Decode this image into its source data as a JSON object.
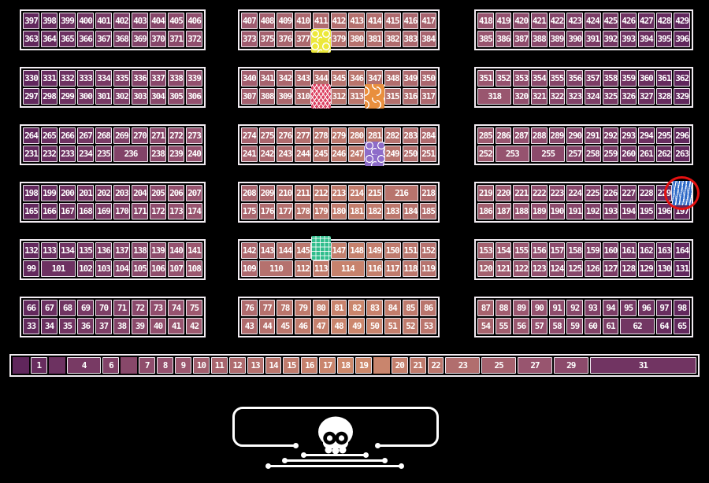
{
  "palette": {
    "stops": [
      "#571f59",
      "#96536f",
      "#d8936c"
    ],
    "tile_text": "#ffffff",
    "tile_border": "#f2ecf2"
  },
  "special_tiles": {
    "yellow": {
      "color": "#ece83b",
      "pattern": "circles"
    },
    "red": {
      "color": "#dc4061",
      "pattern": "crosshatch"
    },
    "orange": {
      "color": "#e98f3e",
      "pattern": "arcs"
    },
    "violet": {
      "color": "#8d6cc9",
      "pattern": "loops"
    },
    "blue": {
      "color": "#2e6ac7",
      "pattern": "waves"
    },
    "teal": {
      "color": "#30bd8c",
      "pattern": "circuit"
    }
  },
  "annotation": {
    "type": "ellipse",
    "color": "#e41111",
    "target": "special-tile-blue"
  },
  "footer": {
    "bubble_border": "#ffffff",
    "icon": "skull-icon"
  },
  "grid": {
    "bands": [
      {
        "blocks": [
          {
            "rows": [
              [
                "397",
                "398",
                "399",
                "400",
                "401",
                "402",
                "403",
                "404",
                "405",
                "406"
              ],
              [
                "363",
                "364",
                "365",
                "366",
                "367",
                "368",
                "369",
                "370",
                "371",
                "372"
              ]
            ]
          },
          {
            "rows": [
              [
                "407",
                "408",
                "409",
                "410",
                "411",
                "412",
                "413",
                "414",
                "415",
                "416",
                "417"
              ],
              [
                "373",
                "375",
                "376",
                "377",
                {
                  "special": "yellow"
                },
                "379",
                "380",
                "381",
                "382",
                "383",
                "384"
              ]
            ]
          },
          {
            "rows": [
              [
                "418",
                "419",
                "420",
                "421",
                "422",
                "423",
                "424",
                "425",
                "426",
                "427",
                "428",
                "429"
              ],
              [
                "385",
                "386",
                "387",
                "388",
                "389",
                "390",
                "391",
                "392",
                "393",
                "394",
                "395",
                "396"
              ]
            ]
          }
        ]
      },
      {
        "blocks": [
          {
            "rows": [
              [
                "330",
                "331",
                "332",
                "333",
                "334",
                "335",
                "336",
                "337",
                "338",
                "339"
              ],
              [
                "297",
                "298",
                "299",
                "300",
                "301",
                "302",
                "303",
                "304",
                "305",
                "306"
              ]
            ]
          },
          {
            "rows": [
              [
                "340",
                "341",
                "342",
                "343",
                "344",
                "345",
                "346",
                "347",
                "348",
                "349",
                "350"
              ],
              [
                "307",
                "308",
                "309",
                "310",
                {
                  "special": "red"
                },
                "312",
                "313",
                {
                  "special": "orange"
                },
                "315",
                "316",
                "317"
              ]
            ]
          },
          {
            "rows": [
              [
                "351",
                "352",
                "353",
                "354",
                "355",
                "356",
                "357",
                "358",
                "359",
                "360",
                "361",
                "362"
              ],
              [
                {
                  "n": "318",
                  "span": 2
                },
                "320",
                "321",
                "322",
                "323",
                "324",
                "325",
                "326",
                "327",
                "328",
                "329"
              ]
            ]
          }
        ]
      },
      {
        "blocks": [
          {
            "rows": [
              [
                "264",
                "265",
                "266",
                "267",
                "268",
                "269",
                "270",
                "271",
                "272",
                "273"
              ],
              [
                "231",
                "232",
                "233",
                "234",
                "235",
                {
                  "n": "236",
                  "span": 2
                },
                "238",
                "239",
                "240"
              ]
            ]
          },
          {
            "rows": [
              [
                "274",
                "275",
                "276",
                "277",
                "278",
                "279",
                "280",
                "281",
                "282",
                "283",
                "284"
              ],
              [
                "241",
                "242",
                "243",
                "244",
                "245",
                "246",
                "247",
                {
                  "special": "violet"
                },
                "249",
                "250",
                "251"
              ]
            ]
          },
          {
            "rows": [
              [
                "285",
                "286",
                "287",
                "288",
                "289",
                "290",
                "291",
                "292",
                "293",
                "294",
                "295",
                "296"
              ],
              [
                "252",
                {
                  "n": "253",
                  "span": 2
                },
                {
                  "n": "255",
                  "span": 2
                },
                "257",
                "258",
                "259",
                "260",
                "261",
                "262",
                "263"
              ]
            ]
          }
        ]
      },
      {
        "blocks": [
          {
            "rows": [
              [
                "198",
                "199",
                "200",
                "201",
                "202",
                "203",
                "204",
                "205",
                "206",
                "207"
              ],
              [
                "165",
                "166",
                "167",
                "168",
                "169",
                "170",
                "171",
                "172",
                "173",
                "174"
              ]
            ]
          },
          {
            "rows": [
              [
                "208",
                "209",
                "210",
                "211",
                "212",
                "213",
                "214",
                "215",
                {
                  "n": "216",
                  "span": 2
                },
                "218"
              ],
              [
                "175",
                "176",
                "177",
                "178",
                "179",
                "180",
                "181",
                "182",
                "183",
                "184",
                "185"
              ]
            ]
          },
          {
            "rows": [
              [
                "219",
                "220",
                "221",
                "222",
                "223",
                "224",
                "225",
                "226",
                "227",
                "228",
                "229",
                {
                  "special": "blue",
                  "annotated": true
                }
              ],
              [
                "186",
                "187",
                "188",
                "189",
                "190",
                "191",
                "192",
                "193",
                "194",
                "195",
                "196",
                "197"
              ]
            ]
          }
        ]
      },
      {
        "blocks": [
          {
            "rows": [
              [
                "132",
                "133",
                "134",
                "135",
                "136",
                "137",
                "138",
                "139",
                "140",
                "141"
              ],
              [
                "99",
                {
                  "n": "101",
                  "span": 2
                },
                "102",
                "103",
                "104",
                "105",
                "106",
                "107",
                "108"
              ]
            ]
          },
          {
            "rows": [
              [
                "142",
                "143",
                "144",
                "145",
                {
                  "special": "teal"
                },
                "147",
                "148",
                "149",
                "150",
                "151",
                "152"
              ],
              [
                "109",
                {
                  "n": "110",
                  "span": 2
                },
                "112",
                "113",
                {
                  "n": "114",
                  "span": 2
                },
                "116",
                "117",
                "118",
                "119"
              ]
            ]
          },
          {
            "rows": [
              [
                "153",
                "154",
                "155",
                "156",
                "157",
                "158",
                "159",
                "160",
                "161",
                "162",
                "163",
                "164"
              ],
              [
                "120",
                "121",
                "122",
                "123",
                "124",
                "125",
                "126",
                "127",
                "128",
                "129",
                "130",
                "131"
              ]
            ]
          }
        ]
      },
      {
        "blocks": [
          {
            "rows": [
              [
                "66",
                "67",
                "68",
                "69",
                "70",
                "71",
                "72",
                "73",
                "74",
                "75"
              ],
              [
                "33",
                "34",
                "35",
                "36",
                "37",
                "38",
                "39",
                "40",
                "41",
                "42"
              ]
            ]
          },
          {
            "rows": [
              [
                "76",
                "77",
                "78",
                "79",
                "80",
                "81",
                "82",
                "83",
                "84",
                "85",
                "86"
              ],
              [
                "43",
                "44",
                "45",
                "46",
                "47",
                "48",
                "49",
                "50",
                "51",
                "52",
                "53"
              ]
            ]
          },
          {
            "rows": [
              [
                "87",
                "88",
                "89",
                "90",
                "91",
                "92",
                "93",
                "94",
                "95",
                "96",
                "97",
                "98"
              ],
              [
                "54",
                "55",
                "56",
                "57",
                "58",
                "59",
                "60",
                "61",
                {
                  "n": "62",
                  "span": 2
                },
                "64",
                "65"
              ]
            ]
          }
        ]
      }
    ]
  },
  "strip": {
    "cells": [
      {
        "blank": true
      },
      "1",
      {
        "blank": true
      },
      {
        "n": "4",
        "span": 2
      },
      "6",
      {
        "blank": true
      },
      "7",
      "8",
      "9",
      "10",
      "11",
      "12",
      "13",
      "14",
      "15",
      "16",
      "17",
      "18",
      "19",
      {
        "blank": true
      },
      "20",
      "21",
      "22",
      {
        "n": "23",
        "span": 2
      },
      {
        "n": "25",
        "span": 2
      },
      {
        "n": "27",
        "span": 2
      },
      {
        "n": "29",
        "span": 2
      },
      {
        "n": "31",
        "span": 6
      }
    ]
  }
}
